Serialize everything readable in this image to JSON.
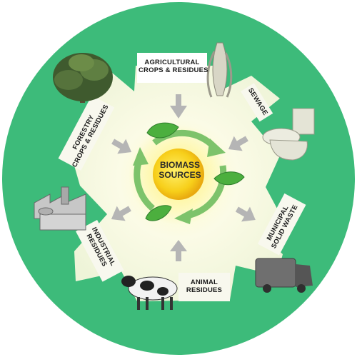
{
  "center": {
    "line1": "BIOMASS",
    "line2": "SOURCES"
  },
  "sources": [
    {
      "line1": "AGRICULTURAL",
      "line2": "CROPS & RESIDUES",
      "icon": "corn-cob-icon"
    },
    {
      "line1": "SEWAGE",
      "line2": "",
      "icon": "toilet-icon"
    },
    {
      "line1": "MUNICIPAL",
      "line2": "SOLID WASTE",
      "icon": "garbage-truck-icon"
    },
    {
      "line1": "ANIMAL",
      "line2": "RESIDUES",
      "icon": "cow-icon"
    },
    {
      "line1": "INDUSTRIAL",
      "line2": "RESIDUES",
      "icon": "factory-icon"
    },
    {
      "line1": "FORESTRY",
      "line2": "CROPS & RESIDUES",
      "icon": "tree-icon"
    }
  ],
  "colors": {
    "ring": "#3dbb7a",
    "inner_panel": "#f4f8e4",
    "center_circle": "#f5c518",
    "leaf": "#4caf3e",
    "cycle_arrow": "#7dc36b",
    "pointer_arrow": "#b5b5b5"
  }
}
